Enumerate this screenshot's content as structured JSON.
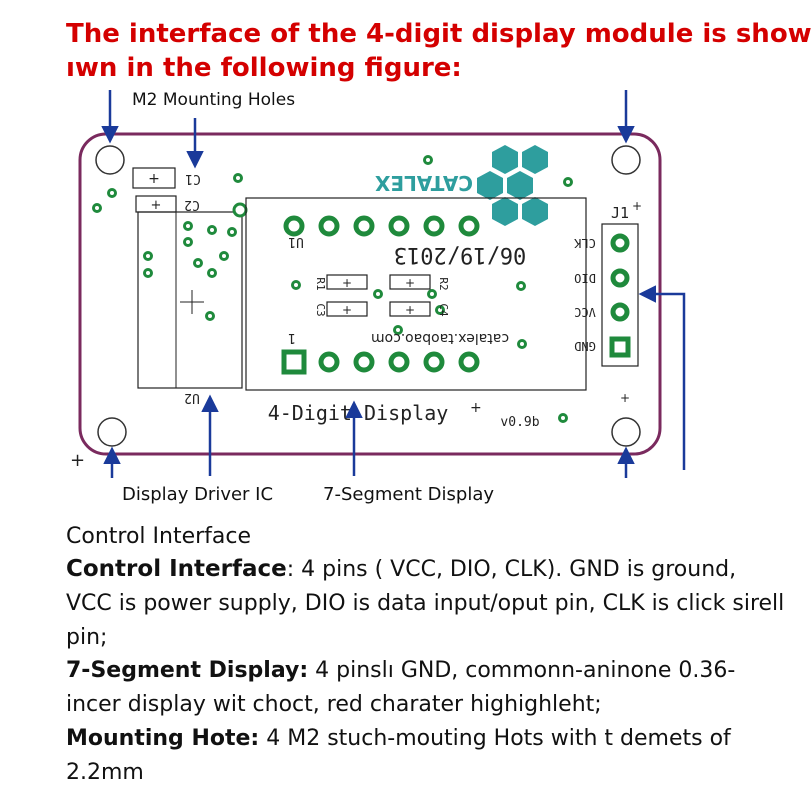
{
  "heading": {
    "line1": "The interface of the 4-digit display module is show",
    "line2": "ıwn in the following figure:"
  },
  "callouts": {
    "mounting_holes": "M2 Mounting Holes",
    "driver_ic": "Display Driver IC",
    "segment_display": "7-Segment Display"
  },
  "board": {
    "brand": "CATALEX",
    "date": "06/19/2013",
    "url": "catalex.taobao.com",
    "name": "4-Digit Display",
    "version": "v0.9b",
    "header_label": "J1",
    "pins": [
      "CLK",
      "DIO",
      "VCC",
      "GND"
    ],
    "silk_c1": "C1",
    "silk_c2": "C2",
    "silk_u2": "U2",
    "silk_u1": "U1",
    "silk_r1": "R1",
    "silk_r2": "R2",
    "silk_c3": "C3",
    "silk_c4": "C4",
    "silk_1": "1",
    "pcb_color": "#7a2a5e",
    "hex_color": "#2e9e9e",
    "pad_color": "#1f8a3c"
  },
  "body": {
    "subtitle": "Control Interface",
    "p1_bold": "Control Interface",
    "p1_text": ": 4 pins ( VCC, DIO, CLK). GND is ground, VCC is power supply, DIO is data input/oput pin, CLK is click sirell pin;",
    "p2_bold": "7-Segment Display:",
    "p2_text": " 4 pinslı GND, commonn-aninone 0.36-incer display wit choct, red charater highighleht;",
    "p3_bold": "Mounting Hote:",
    "p3_text": " 4 M2 stuch-mouting Hots with t demets of 2.2mm"
  }
}
